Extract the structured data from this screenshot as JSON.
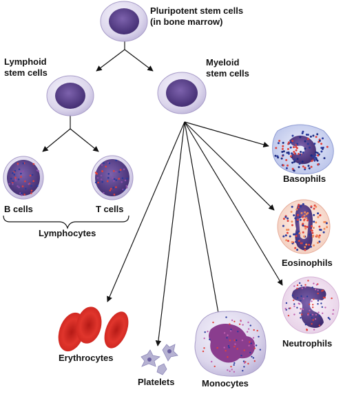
{
  "labels": {
    "stem_line1": "Pluripotent stem cells",
    "stem_line2": "(in bone marrow)",
    "lymphoid_line1": "Lymphoid",
    "lymphoid_line2": "stem cells",
    "myeloid_line1": "Myeloid",
    "myeloid_line2": "stem cells",
    "b_cells": "B cells",
    "t_cells": "T cells",
    "lymphocytes": "Lymphocytes",
    "basophils": "Basophils",
    "eosinophils": "Eosinophils",
    "neutrophils": "Neutrophils",
    "erythrocytes": "Erythrocytes",
    "platelets": "Platelets",
    "monocytes": "Monocytes"
  },
  "colors": {
    "nucleus": "#5b3f8c",
    "membrane": "#e2ddf0",
    "erythrocyte": "#d42a22",
    "platelet": "#b6b2d2",
    "granule_red": "#e1423c",
    "granule_blue": "#2a3a9c",
    "arrow": "#111111"
  }
}
